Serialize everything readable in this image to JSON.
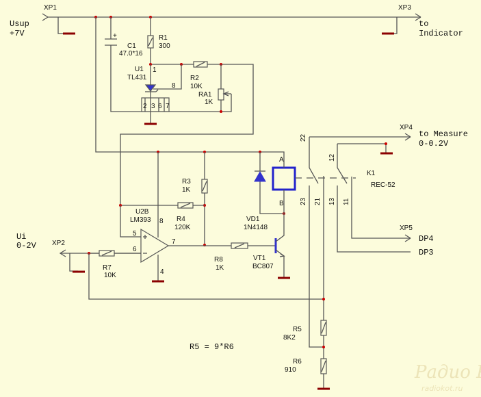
{
  "connectors": {
    "xp1": "XP1",
    "xp2": "XP2",
    "xp3": "XP3",
    "xp4": "XP4",
    "xp5": "XP5"
  },
  "terminals": {
    "usup": "Usup",
    "usup_v": "+7V",
    "ui": "Ui",
    "ui_v": "0-2V",
    "to_indicator_1": "to",
    "to_indicator_2": "Indicator",
    "to_measure_1": "to Measure",
    "to_measure_2": "0-0.2V",
    "dp4": "DP4",
    "dp3": "DP3"
  },
  "components": {
    "c1": {
      "ref": "C1",
      "value": "47.0*16",
      "plus": "+"
    },
    "r1": {
      "ref": "R1",
      "value": "300"
    },
    "u1": {
      "ref": "U1",
      "value": "TL431",
      "pins": [
        "1",
        "8",
        "2",
        "3",
        "6",
        "7"
      ]
    },
    "r2": {
      "ref": "R2",
      "value": "10K"
    },
    "ra1": {
      "ref": "RA1",
      "value": "1K"
    },
    "r3": {
      "ref": "R3",
      "value": "1K"
    },
    "u2b": {
      "ref": "U2B",
      "value": "LM393",
      "pins": [
        "5",
        "6",
        "7",
        "8",
        "4"
      ]
    },
    "r4": {
      "ref": "R4",
      "value": "120K"
    },
    "r7": {
      "ref": "R7",
      "value": "10K"
    },
    "r8": {
      "ref": "R8",
      "value": "1K"
    },
    "vd1": {
      "ref": "VD1",
      "value": "1N4148"
    },
    "vt1": {
      "ref": "VT1",
      "value": "BC807"
    },
    "k1": {
      "ref": "K1",
      "value": "REC-52",
      "coil_a": "A",
      "coil_b": "B",
      "pins": [
        "22",
        "23",
        "21",
        "12",
        "13",
        "11"
      ]
    },
    "r5": {
      "ref": "R5",
      "value": "8K2"
    },
    "r6": {
      "ref": "R6",
      "value": "910"
    }
  },
  "formula": "R5 = 9*R6",
  "watermark": {
    "logo": "Радио КОТ",
    "url": "radiokot.ru"
  }
}
